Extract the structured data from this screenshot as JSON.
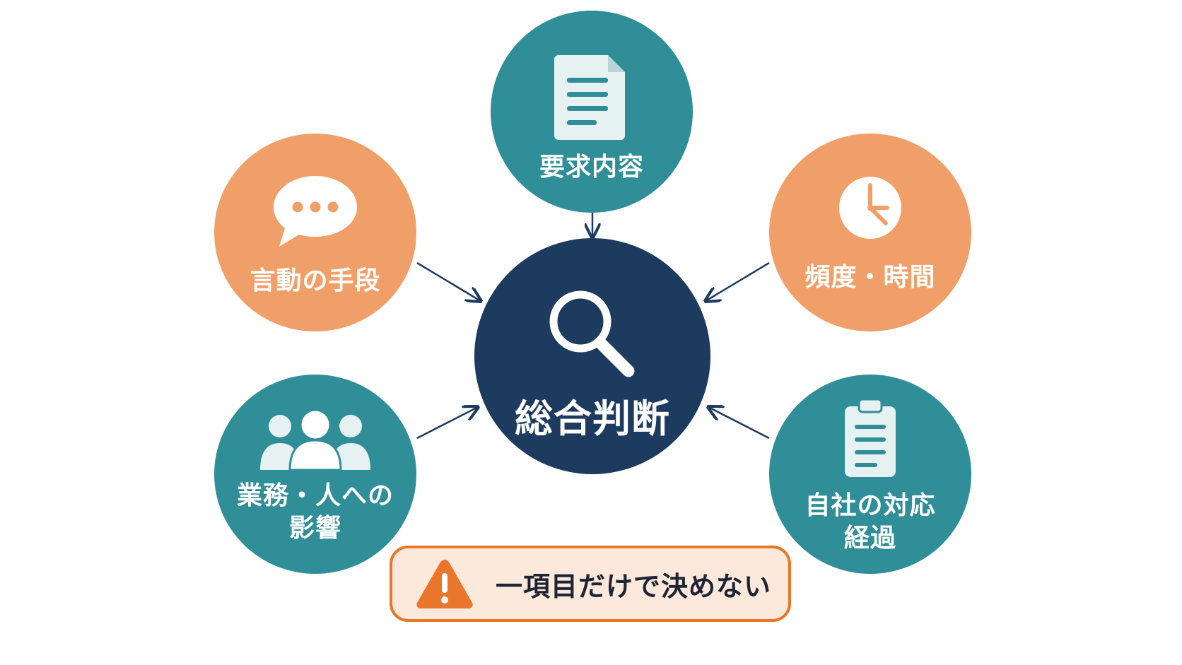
{
  "center": {
    "label": "総合判断",
    "icon": "search-icon"
  },
  "factors": [
    {
      "id": "request",
      "label": "要求内容",
      "icon": "document-icon",
      "color": "#2f8e97"
    },
    {
      "id": "means",
      "label": "言動の手段",
      "icon": "speech-bubble-icon",
      "color": "#f19f68"
    },
    {
      "id": "frequency",
      "label": "頻度・時間",
      "icon": "clock-icon",
      "color": "#f19f68"
    },
    {
      "id": "impact",
      "label_line1": "業務・人への",
      "label_line2": "影響",
      "icon": "people-icon",
      "color": "#2f8e97"
    },
    {
      "id": "response",
      "label_line1": "自社の対応",
      "label_line2": "経過",
      "icon": "clipboard-icon",
      "color": "#2f8e97"
    }
  ],
  "warning": {
    "text": "一項目だけで決めない",
    "icon": "warning-icon",
    "color": "#e9762a"
  },
  "colors": {
    "navy": "#1d3a5f",
    "teal": "#2f8e97",
    "orange": "#f19f68",
    "arrow": "#1d3a5f"
  }
}
